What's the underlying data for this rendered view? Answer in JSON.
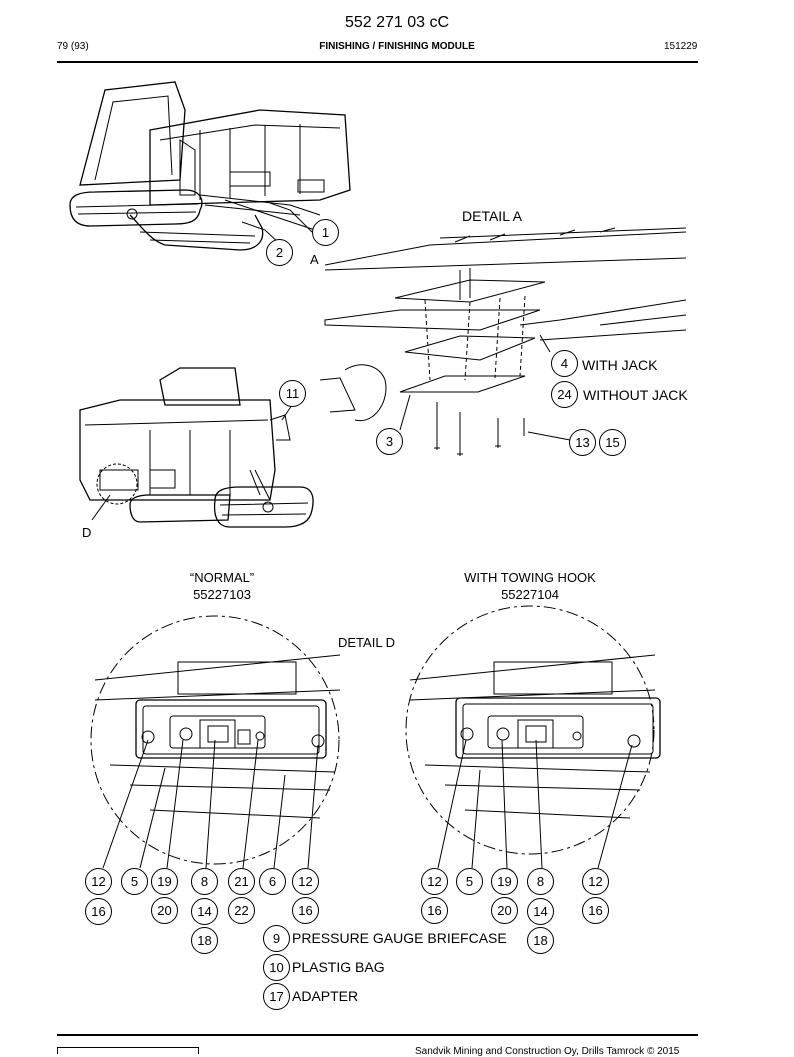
{
  "header": {
    "doc_number": "552 271 03 cC",
    "page": "79 (93)",
    "section": "FINISHING / FINISHING MODULE",
    "date_code": "151229"
  },
  "labels": {
    "detail_a": "DETAIL A",
    "detail_d": "DETAIL D",
    "marker_a": "A",
    "marker_d": "D",
    "normal_title": "“NORMAL”",
    "normal_part": "55227103",
    "towing_title": "WITH TOWING HOOK",
    "towing_part": "55227104",
    "with_jack": "WITH JACK",
    "without_jack": "WITHOUT JACK"
  },
  "callouts": {
    "c1": "1",
    "c2": "2",
    "c3": "3",
    "c4": "4",
    "c24": "24",
    "c11": "11",
    "c13": "13",
    "c15": "15",
    "n12a": "12",
    "n5": "5",
    "n19": "19",
    "n8": "8",
    "n21": "21",
    "n6": "6",
    "n12b": "12",
    "n16a": "16",
    "n20": "20",
    "n14": "14",
    "n22": "22",
    "n16b": "16",
    "n18": "18",
    "t12a": "12",
    "t5": "5",
    "t19": "19",
    "t8": "8",
    "t12b": "12",
    "t16a": "16",
    "t20": "20",
    "t14": "14",
    "t16b": "16",
    "t18": "18"
  },
  "legend": [
    {
      "num": "9",
      "text": "PRESSURE GAUGE BRIEFCASE"
    },
    {
      "num": "10",
      "text": "PLASTIG BAG"
    },
    {
      "num": "17",
      "text": "ADAPTER"
    }
  ],
  "footer": {
    "copyright": "Sandvik Mining and Construction Oy, Drills Tamrock © 2015"
  }
}
